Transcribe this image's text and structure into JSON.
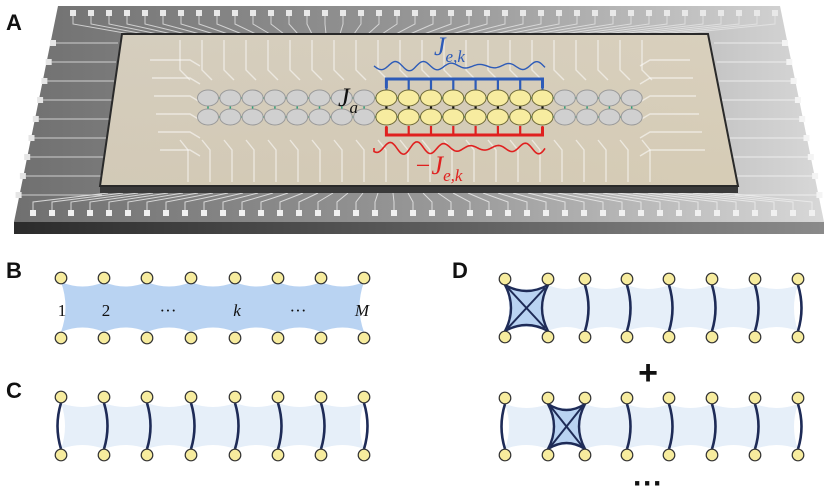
{
  "panels": {
    "a": {
      "label": "A",
      "coupling_top": "J",
      "coupling_top_sub": "e,k",
      "coupling_mid": "J",
      "coupling_mid_sub": "a",
      "coupling_bottom": "−J",
      "coupling_bottom_sub": "e,k",
      "colors": {
        "top": "#2d5bb8",
        "bottom": "#e0201f",
        "mid": "#111111",
        "highlight_site": "#f7eca0",
        "plain_site": "#d0d0d0"
      }
    },
    "b": {
      "label": "B",
      "sites": [
        "1",
        "2",
        "···",
        "k",
        "···",
        "M"
      ]
    },
    "c": {
      "label": "C"
    },
    "d": {
      "label": "D",
      "plus": "+",
      "ellipsis": "···"
    }
  }
}
